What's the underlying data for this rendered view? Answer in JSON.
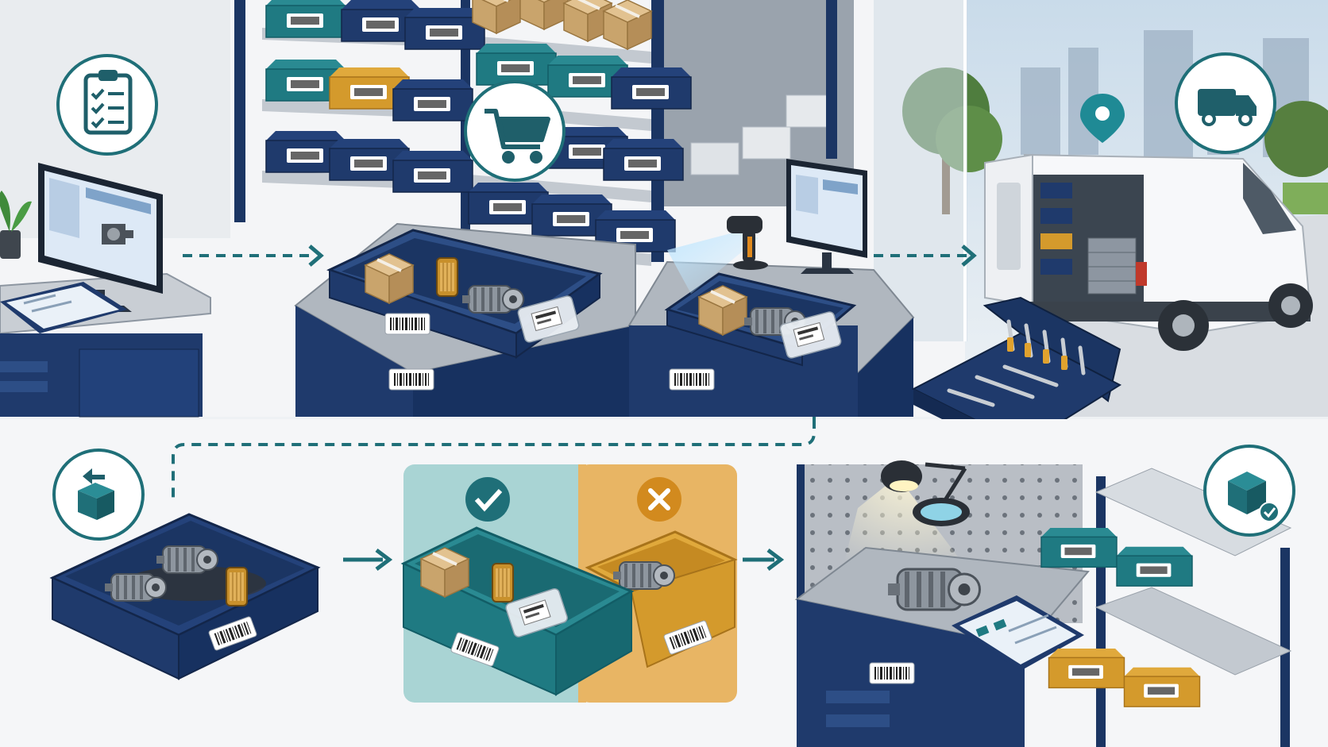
{
  "colors": {
    "navy": "#1b3563",
    "navy_dark": "#13264a",
    "teal": "#1f7a82",
    "teal_dark": "#125d66",
    "amber": "#d49a2c",
    "amber_dark": "#a8731a",
    "steel": "#8d96a1",
    "steel_light": "#c7ccd2",
    "floor": "#f3f4f6",
    "sky": "#d6e3ee",
    "accept_bg": "#a9d4d4",
    "reject_bg": "#e8b564",
    "white": "#ffffff"
  },
  "icons": {
    "planning": "clipboard-checklist-icon",
    "picking": "shopping-cart-icon",
    "dispatch": "delivery-van-icon",
    "location": "map-pin-icon",
    "returns": "box-return-icon",
    "accepted": "checkmark-icon",
    "rejected": "x-mark-icon",
    "restock": "box-check-icon"
  },
  "stages": [
    {
      "id": "plan",
      "icon": "clipboard-checklist-icon"
    },
    {
      "id": "pick",
      "icon": "shopping-cart-icon"
    },
    {
      "id": "scan",
      "icon": "barcode-scanner-icon"
    },
    {
      "id": "dispatch",
      "icon": "delivery-van-icon"
    },
    {
      "id": "return",
      "icon": "box-return-icon"
    },
    {
      "id": "sort",
      "icon": "checkmark-icon"
    },
    {
      "id": "inspect",
      "icon": "magnifier-lamp-icon"
    },
    {
      "id": "restock",
      "icon": "box-check-icon"
    }
  ]
}
